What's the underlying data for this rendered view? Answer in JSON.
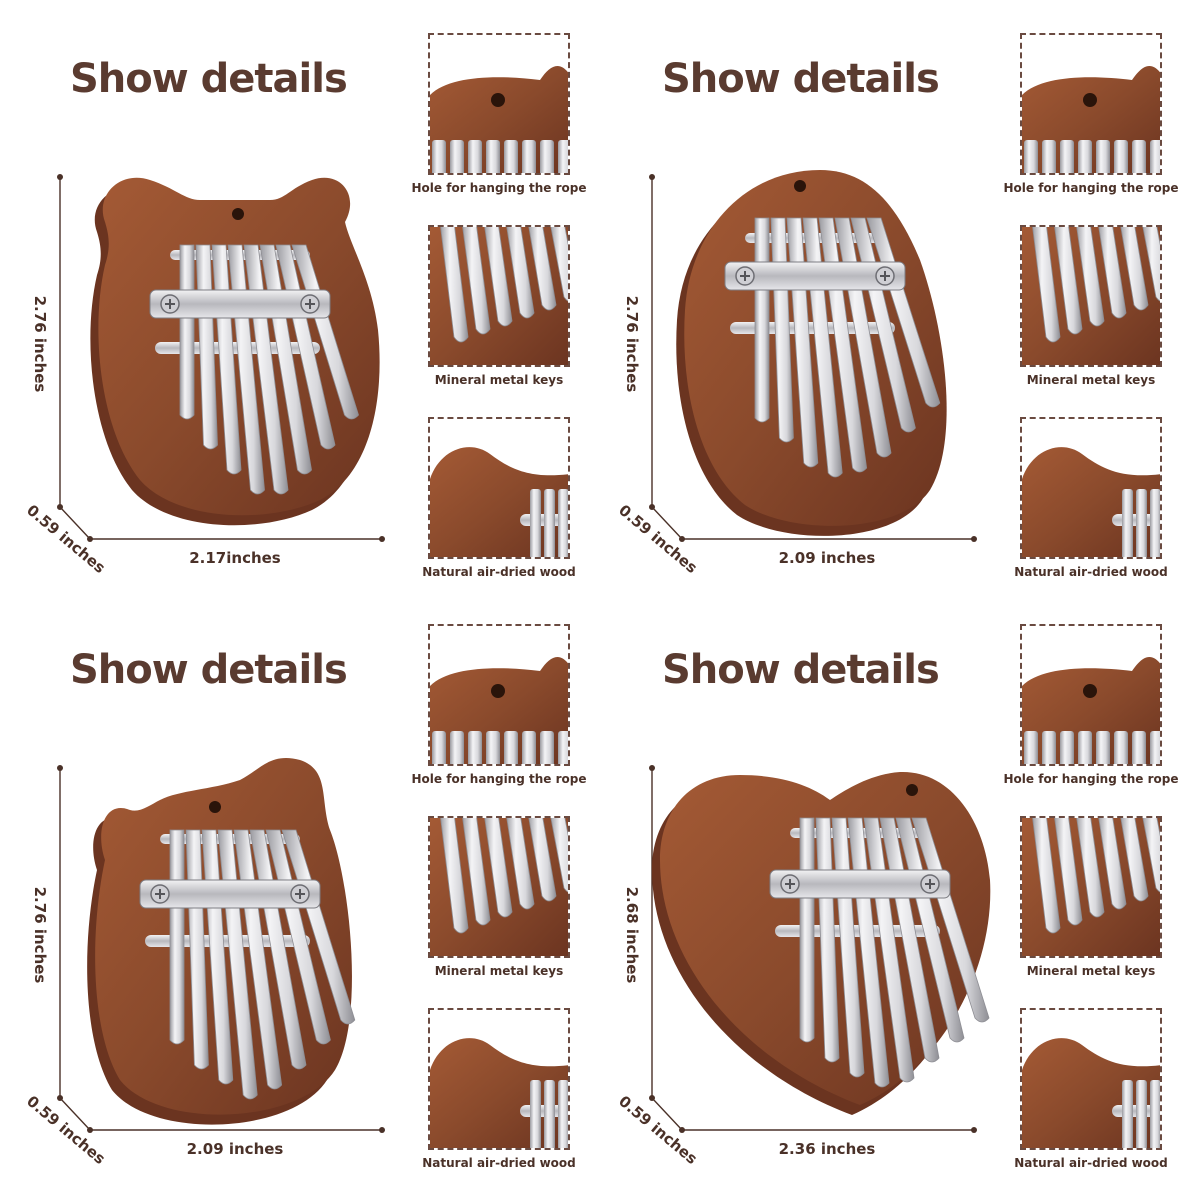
{
  "colors": {
    "wood": "#8a4a2c",
    "wood_dark": "#6b3420",
    "metal": "#d8d8dc",
    "text": "#4a3128"
  },
  "panels": [
    {
      "title": "Show details",
      "shape": "bear",
      "height_label": "2.76 inches",
      "width_label": "2.17inches",
      "depth_label": "0.59 inches",
      "details": [
        {
          "caption": "Hole for hanging the rope",
          "icon": "hanging-hole-closeup"
        },
        {
          "caption": "Mineral metal keys",
          "icon": "metal-keys-closeup"
        },
        {
          "caption": "Natural air-dried wood",
          "icon": "wood-edge-closeup"
        }
      ]
    },
    {
      "title": "Show details",
      "shape": "egg",
      "height_label": "2.76 inches",
      "width_label": "2.09 inches",
      "depth_label": "0.59 inches",
      "details": [
        {
          "caption": "Hole for hanging the rope",
          "icon": "hanging-hole-closeup"
        },
        {
          "caption": "Mineral metal keys",
          "icon": "metal-keys-closeup"
        },
        {
          "caption": "Natural air-dried wood",
          "icon": "wood-edge-closeup"
        }
      ]
    },
    {
      "title": "Show details",
      "shape": "cat",
      "height_label": "2.76 inches",
      "width_label": "2.09 inches",
      "depth_label": "0.59 inches",
      "details": [
        {
          "caption": "Hole for hanging the rope",
          "icon": "hanging-hole-closeup"
        },
        {
          "caption": "Mineral metal keys",
          "icon": "metal-keys-closeup"
        },
        {
          "caption": "Natural air-dried wood",
          "icon": "wood-edge-closeup"
        }
      ]
    },
    {
      "title": "Show details",
      "shape": "heart",
      "height_label": "2.68 inches",
      "width_label": "2.36 inches",
      "depth_label": "0.59 inches",
      "details": [
        {
          "caption": "Hole for hanging the rope",
          "icon": "hanging-hole-closeup"
        },
        {
          "caption": "Mineral metal keys",
          "icon": "metal-keys-closeup"
        },
        {
          "caption": "Natural air-dried wood",
          "icon": "wood-edge-closeup"
        }
      ]
    }
  ]
}
